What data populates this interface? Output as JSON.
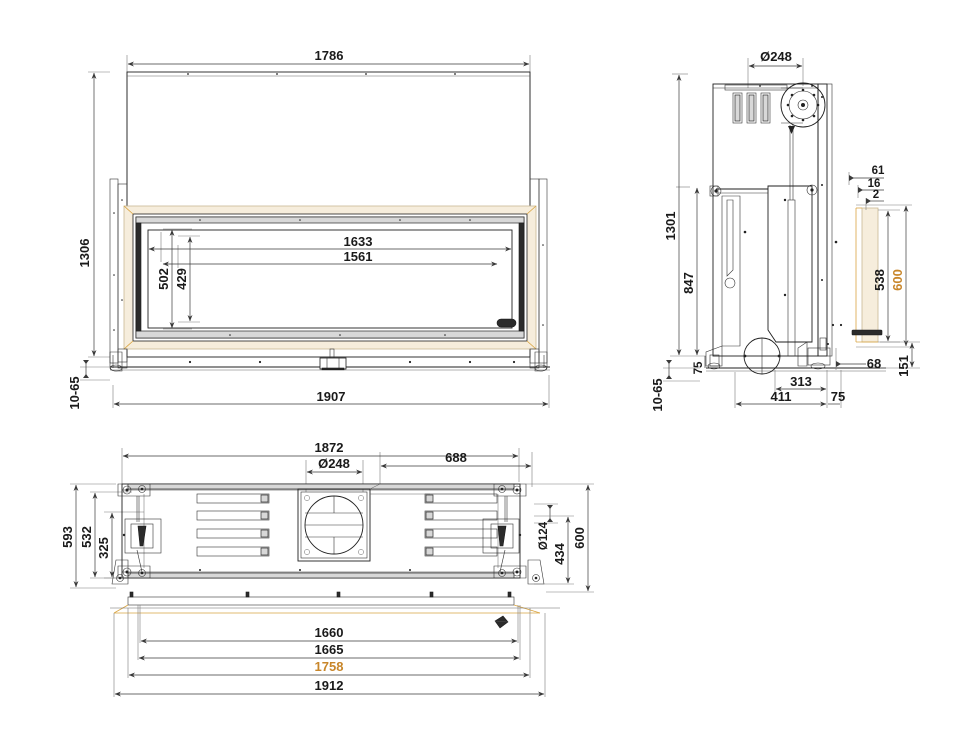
{
  "document": {
    "type": "technical-drawing",
    "title": "Fireplace insert dimensional drawing",
    "background_color": "#ffffff",
    "line_color": "#1f1f1f",
    "dimension_color": "#1a1a1a",
    "accent_color": "#c8862a",
    "frame_fill_color": "#f6eddc",
    "units": "mm"
  },
  "views": {
    "front": {
      "name": "front-elevation",
      "dimensions": {
        "overall_width_top": "1786",
        "overall_width_bottom": "1907",
        "overall_height": "1306",
        "glass_width_outer": "1633",
        "glass_width_inner": "1561",
        "glass_height_outer": "502",
        "glass_height_inner": "429",
        "leg_adjust_range": "10-65"
      }
    },
    "side": {
      "name": "side-elevation",
      "dimensions": {
        "flue_diameter": "Ø248",
        "overall_height": "1301",
        "body_height": "847",
        "offset_61": "61",
        "offset_16": "16",
        "offset_2": "2",
        "glass_height_538": "538",
        "glass_height_600": "600",
        "base_height_151": "151",
        "base_offset_68": "68",
        "foot_height_75": "75",
        "depth_313": "313",
        "depth_411": "411",
        "depth_75": "75",
        "leg_adjust_range": "10-65"
      }
    },
    "plan": {
      "name": "plan-top-view",
      "dimensions": {
        "overall_width": "1872",
        "flue_diameter": "Ø248",
        "offset_right_688": "688",
        "depth_593": "593",
        "depth_532": "532",
        "depth_325": "325",
        "depth_600": "600",
        "depth_434": "434",
        "pin_diameter": "Ø124",
        "base_1660": "1660",
        "base_1665": "1665",
        "base_1758": "1758",
        "base_1912": "1912"
      }
    }
  },
  "dimension_labels": [
    {
      "id": "front-top-width",
      "value": "1786",
      "view": "front",
      "orientation": "horizontal",
      "color": "#1a1a1a"
    },
    {
      "id": "front-height",
      "value": "1306",
      "view": "front",
      "orientation": "vertical",
      "color": "#1a1a1a"
    },
    {
      "id": "front-glass-w-outer",
      "value": "1633",
      "view": "front",
      "orientation": "horizontal",
      "color": "#1a1a1a"
    },
    {
      "id": "front-glass-w-inner",
      "value": "1561",
      "view": "front",
      "orientation": "horizontal",
      "color": "#1a1a1a"
    },
    {
      "id": "front-glass-h-outer",
      "value": "502",
      "view": "front",
      "orientation": "vertical",
      "color": "#1a1a1a"
    },
    {
      "id": "front-glass-h-inner",
      "value": "429",
      "view": "front",
      "orientation": "vertical",
      "color": "#1a1a1a"
    },
    {
      "id": "front-leg-range",
      "value": "10-65",
      "view": "front",
      "orientation": "vertical",
      "color": "#1a1a1a"
    },
    {
      "id": "front-bottom-width",
      "value": "1907",
      "view": "front",
      "orientation": "horizontal",
      "color": "#1a1a1a"
    },
    {
      "id": "side-flue-dia",
      "value": "Ø248",
      "view": "side",
      "orientation": "horizontal",
      "color": "#1a1a1a"
    },
    {
      "id": "side-height",
      "value": "1301",
      "view": "side",
      "orientation": "vertical",
      "color": "#1a1a1a"
    },
    {
      "id": "side-body-height",
      "value": "847",
      "view": "side",
      "orientation": "vertical",
      "color": "#1a1a1a"
    },
    {
      "id": "side-offset-61",
      "value": "61",
      "view": "side",
      "orientation": "horizontal",
      "color": "#c8862a"
    },
    {
      "id": "side-offset-16",
      "value": "16",
      "view": "side",
      "orientation": "horizontal",
      "color": "#1a1a1a"
    },
    {
      "id": "side-offset-2",
      "value": "2",
      "view": "side",
      "orientation": "horizontal",
      "color": "#1a1a1a"
    },
    {
      "id": "side-glass-538",
      "value": "538",
      "view": "side",
      "orientation": "vertical",
      "color": "#1a1a1a"
    },
    {
      "id": "side-glass-600",
      "value": "600",
      "view": "side",
      "orientation": "vertical",
      "color": "#c8862a"
    },
    {
      "id": "side-foot-75",
      "value": "75",
      "view": "side",
      "orientation": "vertical",
      "color": "#1a1a1a"
    },
    {
      "id": "side-base-68",
      "value": "68",
      "view": "side",
      "orientation": "horizontal",
      "color": "#1a1a1a"
    },
    {
      "id": "side-base-151",
      "value": "151",
      "view": "side",
      "orientation": "vertical",
      "color": "#1a1a1a"
    },
    {
      "id": "side-depth-313",
      "value": "313",
      "view": "side",
      "orientation": "horizontal",
      "color": "#1a1a1a"
    },
    {
      "id": "side-depth-411",
      "value": "411",
      "view": "side",
      "orientation": "horizontal",
      "color": "#1a1a1a"
    },
    {
      "id": "side-depth-75",
      "value": "75",
      "view": "side",
      "orientation": "horizontal",
      "color": "#1a1a1a"
    },
    {
      "id": "side-leg-range",
      "value": "10-65",
      "view": "side",
      "orientation": "vertical",
      "color": "#1a1a1a"
    },
    {
      "id": "plan-width-1872",
      "value": "1872",
      "view": "plan",
      "orientation": "horizontal",
      "color": "#1a1a1a"
    },
    {
      "id": "plan-flue-dia",
      "value": "Ø248",
      "view": "plan",
      "orientation": "horizontal",
      "color": "#1a1a1a"
    },
    {
      "id": "plan-offset-688",
      "value": "688",
      "view": "plan",
      "orientation": "horizontal",
      "color": "#1a1a1a"
    },
    {
      "id": "plan-depth-593",
      "value": "593",
      "view": "plan",
      "orientation": "vertical",
      "color": "#1a1a1a"
    },
    {
      "id": "plan-depth-532",
      "value": "532",
      "view": "plan",
      "orientation": "vertical",
      "color": "#1a1a1a"
    },
    {
      "id": "plan-depth-325",
      "value": "325",
      "view": "plan",
      "orientation": "vertical",
      "color": "#1a1a1a"
    },
    {
      "id": "plan-depth-600",
      "value": "600",
      "view": "plan",
      "orientation": "vertical",
      "color": "#1a1a1a"
    },
    {
      "id": "plan-depth-434",
      "value": "434",
      "view": "plan",
      "orientation": "vertical",
      "color": "#1a1a1a"
    },
    {
      "id": "plan-pin-dia",
      "value": "Ø124",
      "view": "plan",
      "orientation": "vertical",
      "color": "#1a1a1a"
    },
    {
      "id": "plan-base-1660",
      "value": "1660",
      "view": "plan",
      "orientation": "horizontal",
      "color": "#1a1a1a"
    },
    {
      "id": "plan-base-1665",
      "value": "1665",
      "view": "plan",
      "orientation": "horizontal",
      "color": "#1a1a1a"
    },
    {
      "id": "plan-base-1758",
      "value": "1758",
      "view": "plan",
      "orientation": "horizontal",
      "color": "#c8862a"
    },
    {
      "id": "plan-base-1912",
      "value": "1912",
      "view": "plan",
      "orientation": "horizontal",
      "color": "#1a1a1a"
    }
  ]
}
